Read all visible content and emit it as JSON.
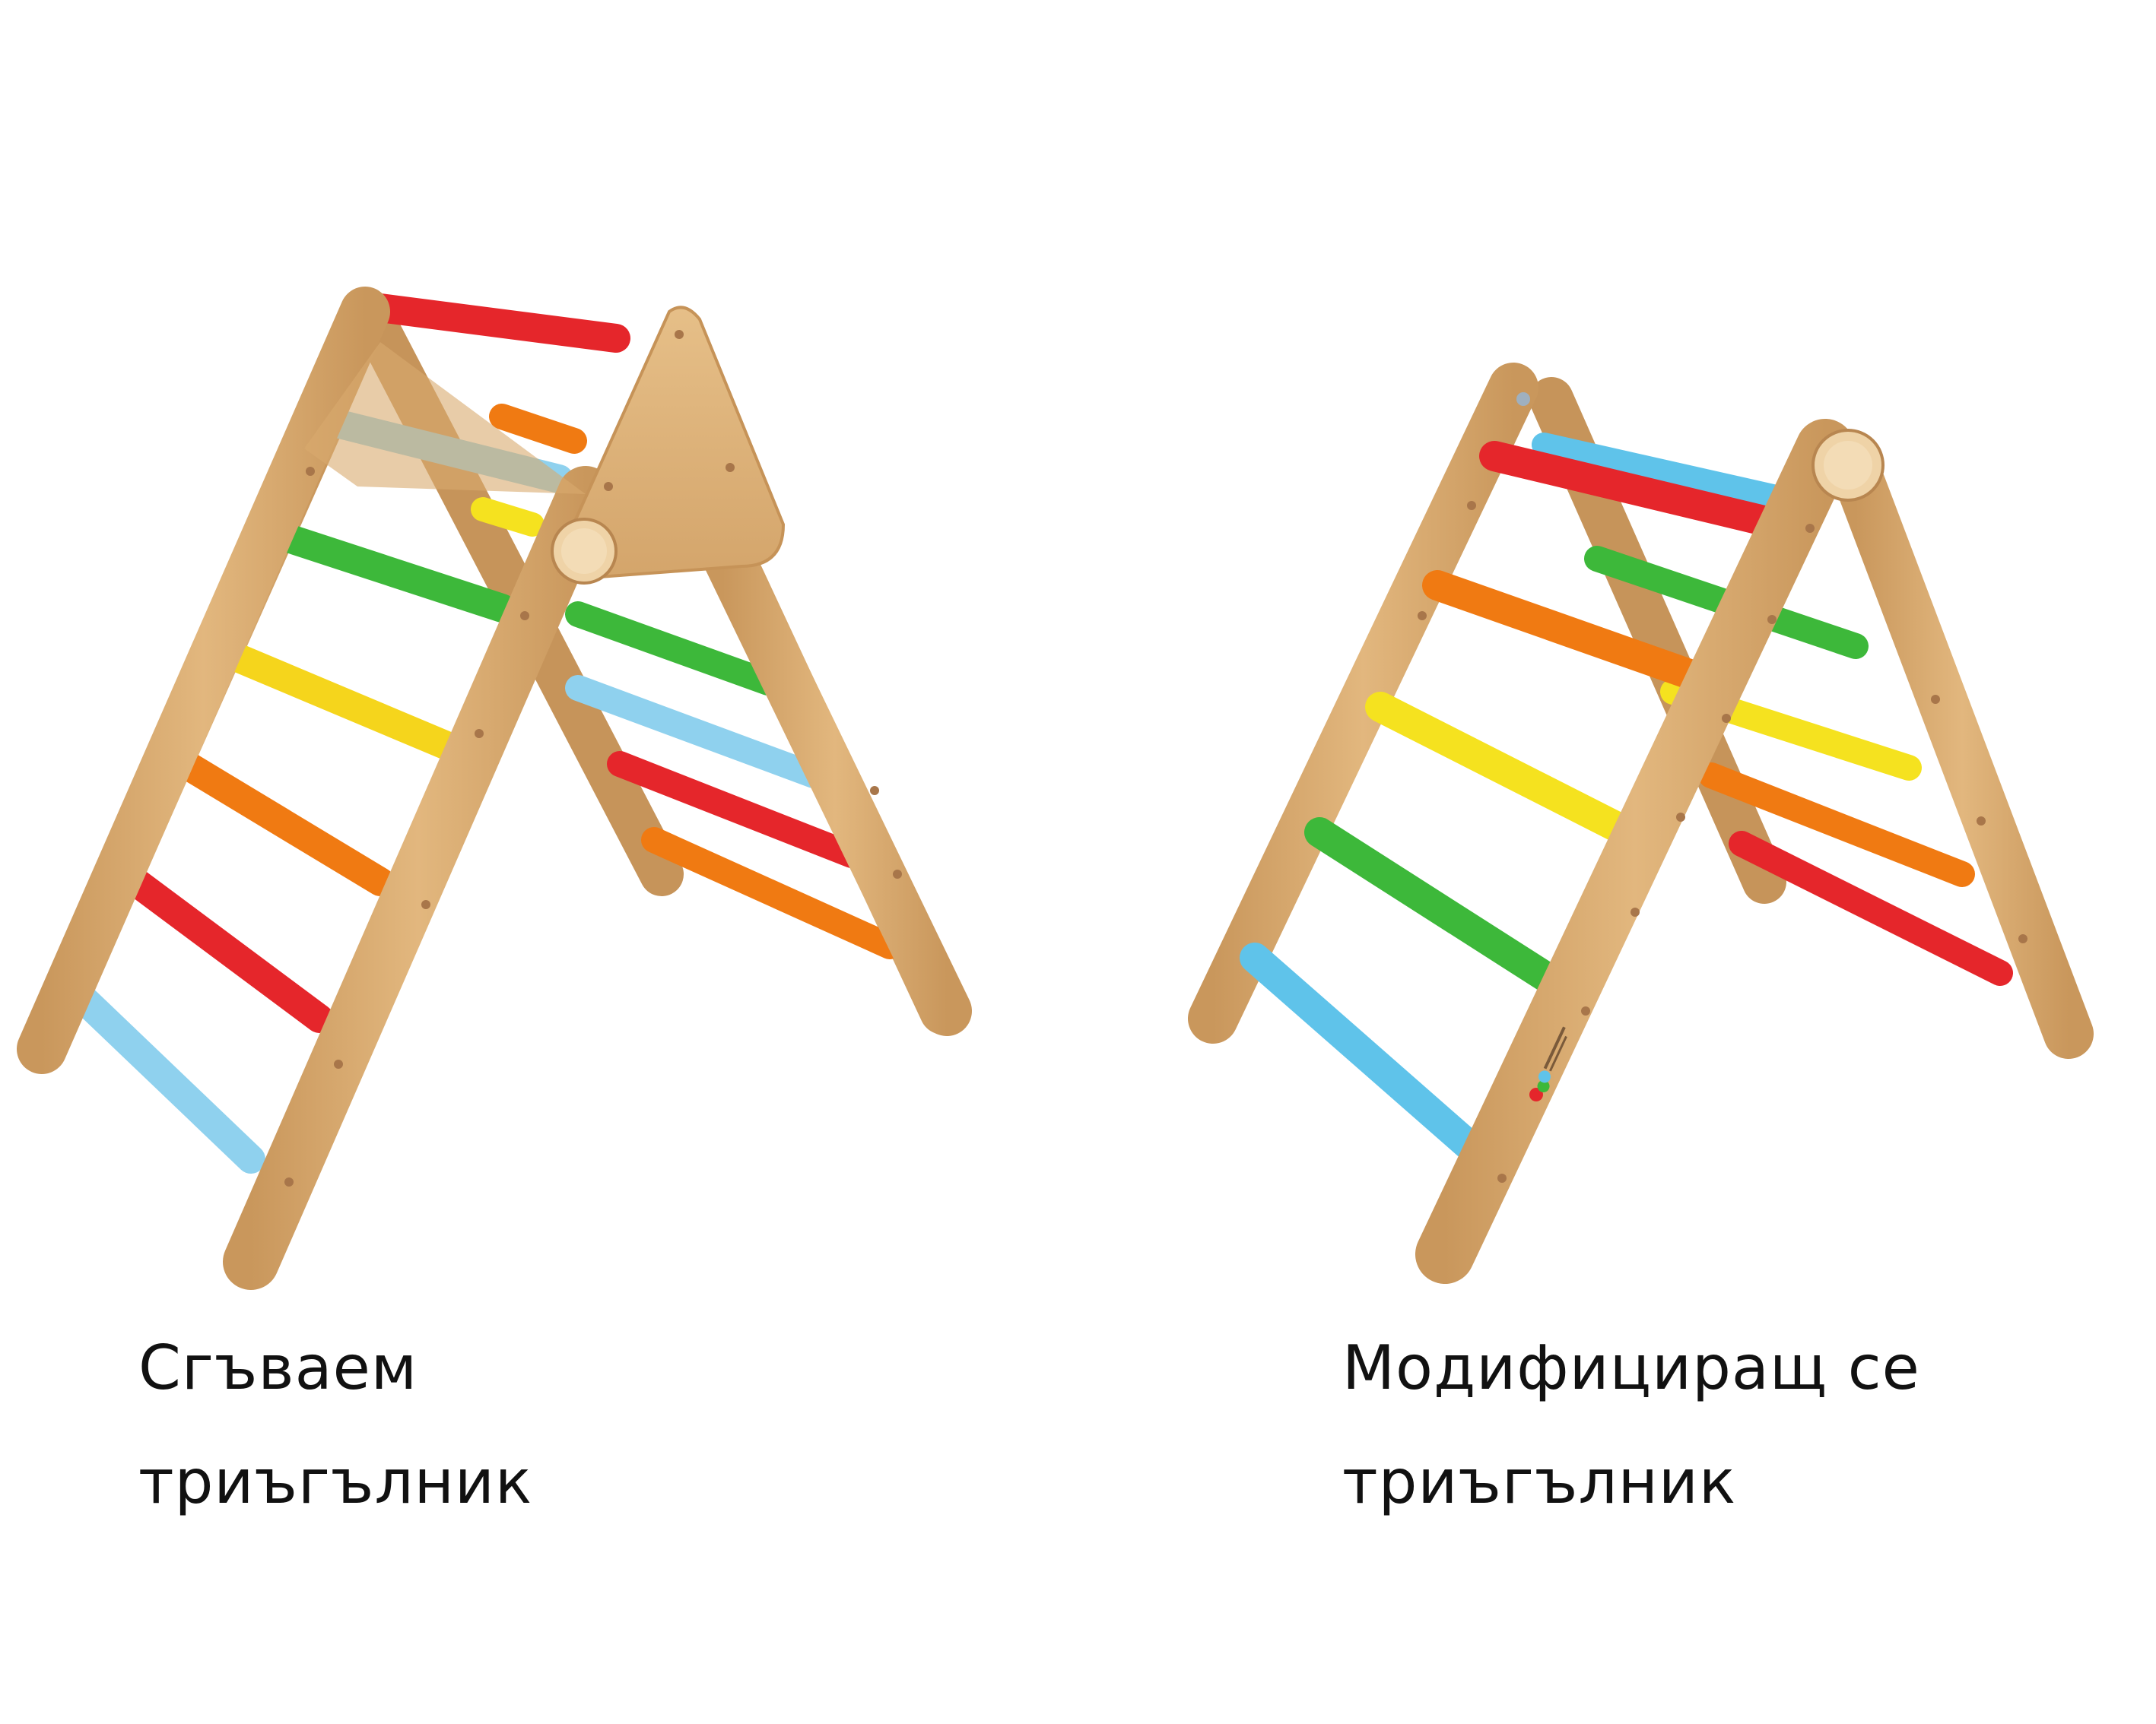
{
  "products": [
    {
      "id": "foldable",
      "caption_lines": [
        "Сгъваем",
        "триъгълник"
      ],
      "rung_colors": [
        "#e5262b",
        "#f07a12",
        "#8fd1ee",
        "#f5d51c",
        "#3db83a",
        "#f5e21f",
        "#f07a12",
        "#e5262b",
        "#8fd1ee"
      ]
    },
    {
      "id": "modifying",
      "caption_lines": [
        "Модифициращ се",
        "триъгълник"
      ],
      "rung_colors": [
        "#e5262b",
        "#5fc3ea",
        "#f07a12",
        "#3db83a",
        "#f5e21f",
        "#3db83a",
        "#5fc3ea"
      ]
    }
  ],
  "colors": {
    "wood": "#dcae72",
    "wood_dark": "#b88650",
    "wood_light": "#ecc994",
    "background": "#ffffff"
  }
}
